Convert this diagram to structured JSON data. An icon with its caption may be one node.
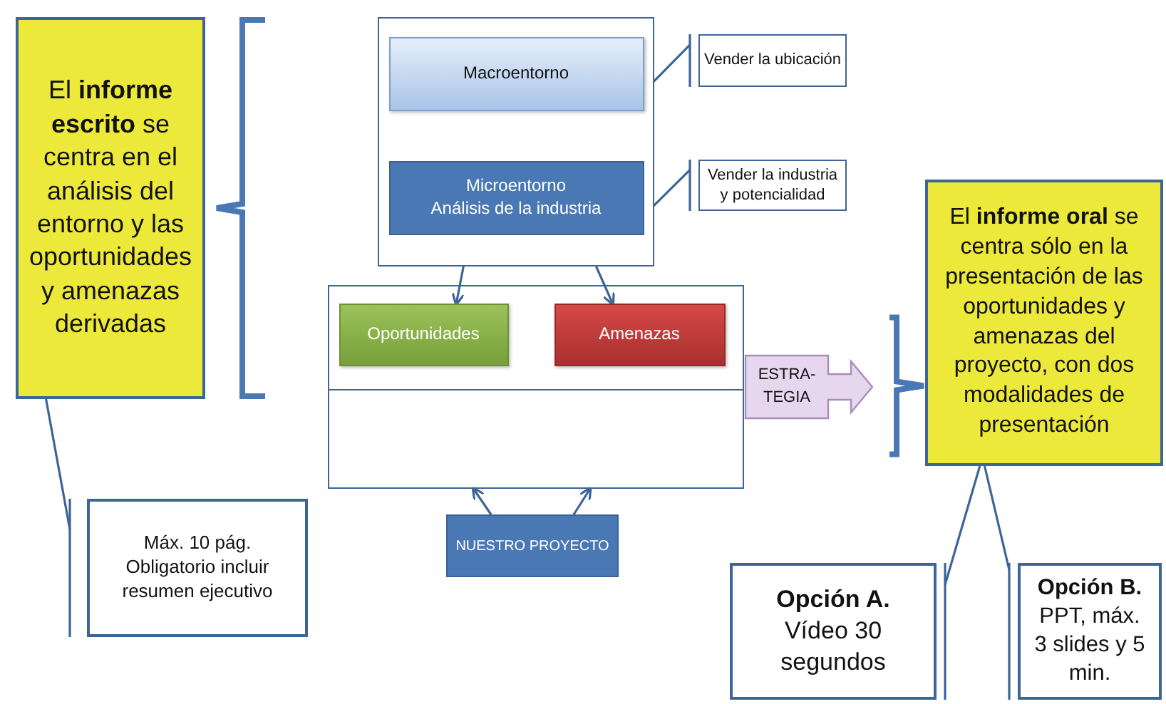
{
  "diagram": {
    "nodes": [
      {
        "text": [
          "El **informe escrito** se centra en el análisis del entorno y las oportunidades y amenazas derivadas"
        ]
      },
      {
        "text": [],
        "shape": "box"
      },
      {
        "text": [
          "Macroentorno"
        ],
        "in": 1
      },
      {
        "text": [
          "Microentorno",
          "Análisis de la industria"
        ],
        "in": 1
      },
      {
        "text": [
          "Vender la ubicación"
        ]
      },
      {
        "text": [
          "Vender la industria y potencialidad"
        ]
      },
      {
        "text": [],
        "shape": "box"
      },
      {
        "text": [
          "Oportunidades"
        ],
        "in": 6
      },
      {
        "text": [
          "Amenazas"
        ],
        "in": 6
      },
      {
        "text": [
          "El **informe oral** se centra sólo en la presentación de las oportunidades y amenazas del proyecto, con dos modalidades de presentación"
        ]
      },
      {
        "text": [
          "Máx. 10 pág. Obligatorio incluir resumen ejecutivo"
        ]
      },
      {
        "text": [
          "NUESTRO PROYECTO"
        ]
      },
      {
        "text": [
          "Opción A.",
          "Vídeo 30 segundos"
        ]
      },
      {
        "text": [
          "Opción B.",
          "PPT, máx. 3 slides y 5 min."
        ]
      }
    ],
    "edges": [
      {
        "from": 1,
        "to": 7,
        "arrow": "to"
      },
      {
        "from": 1,
        "to": 8,
        "arrow": "to"
      },
      {
        "from": 11,
        "to": 6,
        "arrow": "to"
      },
      {
        "from": 11,
        "to": 6,
        "arrow": "to"
      },
      {
        "from": 2,
        "to": 4,
        "arrow": "none"
      },
      {
        "from": 3,
        "to": 5,
        "arrow": "none"
      },
      {
        "from": 0,
        "to": 10,
        "arrow": "none"
      },
      {
        "from": 9,
        "to": 12,
        "arrow": "none"
      },
      {
        "from": 9,
        "to": 13,
        "arrow": "none"
      },
      {
        "from": 6,
        "to": 9,
        "arrow": "to",
        "label": "ESTRA- TEGIA"
      }
    ]
  }
}
